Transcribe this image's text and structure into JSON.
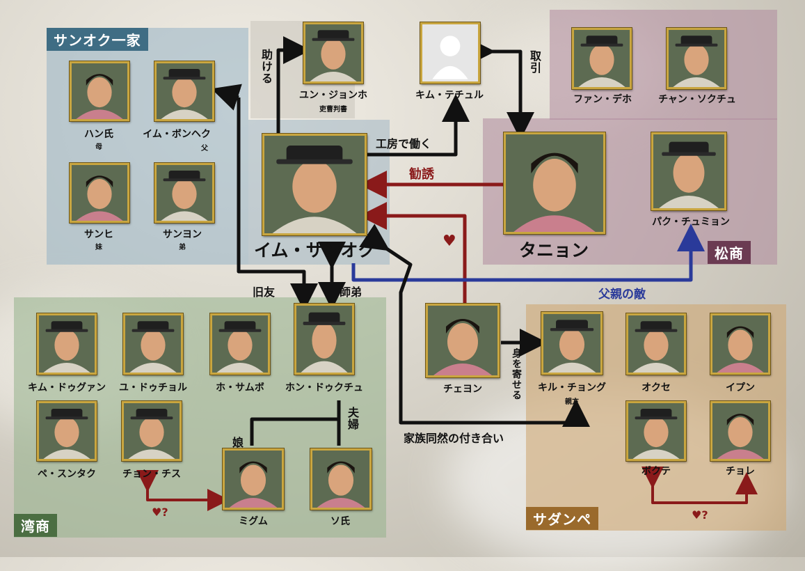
{
  "groups": {
    "family": {
      "label": "サンオク一家",
      "color": "#3f6d84"
    },
    "songsang": {
      "label": "松商",
      "color": "#6b3b52"
    },
    "mansang": {
      "label": "湾商",
      "color": "#4b6e42"
    },
    "sadanpe": {
      "label": "サダンペ",
      "color": "#9a6a2c"
    }
  },
  "people": {
    "han": {
      "name": "ハン氏",
      "role": "母"
    },
    "imbonhek": {
      "name": "イム・ボンヘク",
      "role": "父"
    },
    "sanhi": {
      "name": "サンヒ",
      "role": "妹"
    },
    "sanyon": {
      "name": "サンヨン",
      "role": "弟"
    },
    "yun": {
      "name": "ユン・ジョンホ",
      "role": "吏曹判書"
    },
    "kimtechul": {
      "name": "キム・テチュル"
    },
    "sanok": {
      "name": "イム・サンオク"
    },
    "tanyon": {
      "name": "タニョン"
    },
    "fandeho": {
      "name": "ファン・デホ"
    },
    "chansokchu": {
      "name": "チャン・ソクチュ"
    },
    "paku": {
      "name": "パク・チュミョン"
    },
    "kimduguan": {
      "name": "キム・ドゥグァン"
    },
    "yuduchol": {
      "name": "ユ・ドゥチョル"
    },
    "hosambo": {
      "name": "ホ・サムボ"
    },
    "hondokchu": {
      "name": "ホン・ドゥクチュ"
    },
    "pesuntaku": {
      "name": "ペ・スンタク"
    },
    "chonchisu": {
      "name": "チョン・チス"
    },
    "migumu": {
      "name": "ミグム"
    },
    "soshi": {
      "name": "ソ氏"
    },
    "cheyon": {
      "name": "チェヨン"
    },
    "kilchong": {
      "name": "キル・チョング",
      "role": "親方"
    },
    "okuse": {
      "name": "オクセ"
    },
    "ipun": {
      "name": "イプン"
    },
    "bokute": {
      "name": "ボクテ"
    },
    "chore": {
      "name": "チョレ"
    }
  },
  "relations": {
    "tasukeru": "助ける",
    "torihiki": "取引",
    "koubou": "工房で働く",
    "kanyuu": "勧誘",
    "heart": "♥",
    "kyuyu": "旧友",
    "shitei": "師弟",
    "chichi_teki": "父親の敵",
    "mi_wo_yoseru": "身を寄せる",
    "kazoku": "家族同然の付き合い",
    "fuufu": "夫婦",
    "musume": "娘",
    "heart_q1": "♥?",
    "heart_q2": "♥?"
  }
}
